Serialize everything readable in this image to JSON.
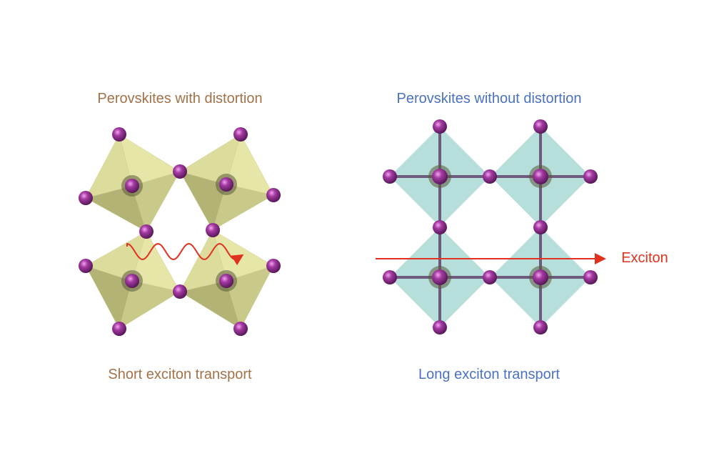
{
  "left_panel": {
    "title": "Perovskites with distortion",
    "caption": "Short exciton transport"
  },
  "right_panel": {
    "title": "Perovskites without distortion",
    "caption": "Long exciton transport",
    "arrow_label": "Exciton"
  },
  "colors": {
    "left_text": "#a27249",
    "right_text": "#4b72c2",
    "exciton": "#e0321f",
    "atom": "#8a2a8a",
    "left_octahedron": "#dfe0a0",
    "right_octahedron": "#a9d9d6"
  }
}
